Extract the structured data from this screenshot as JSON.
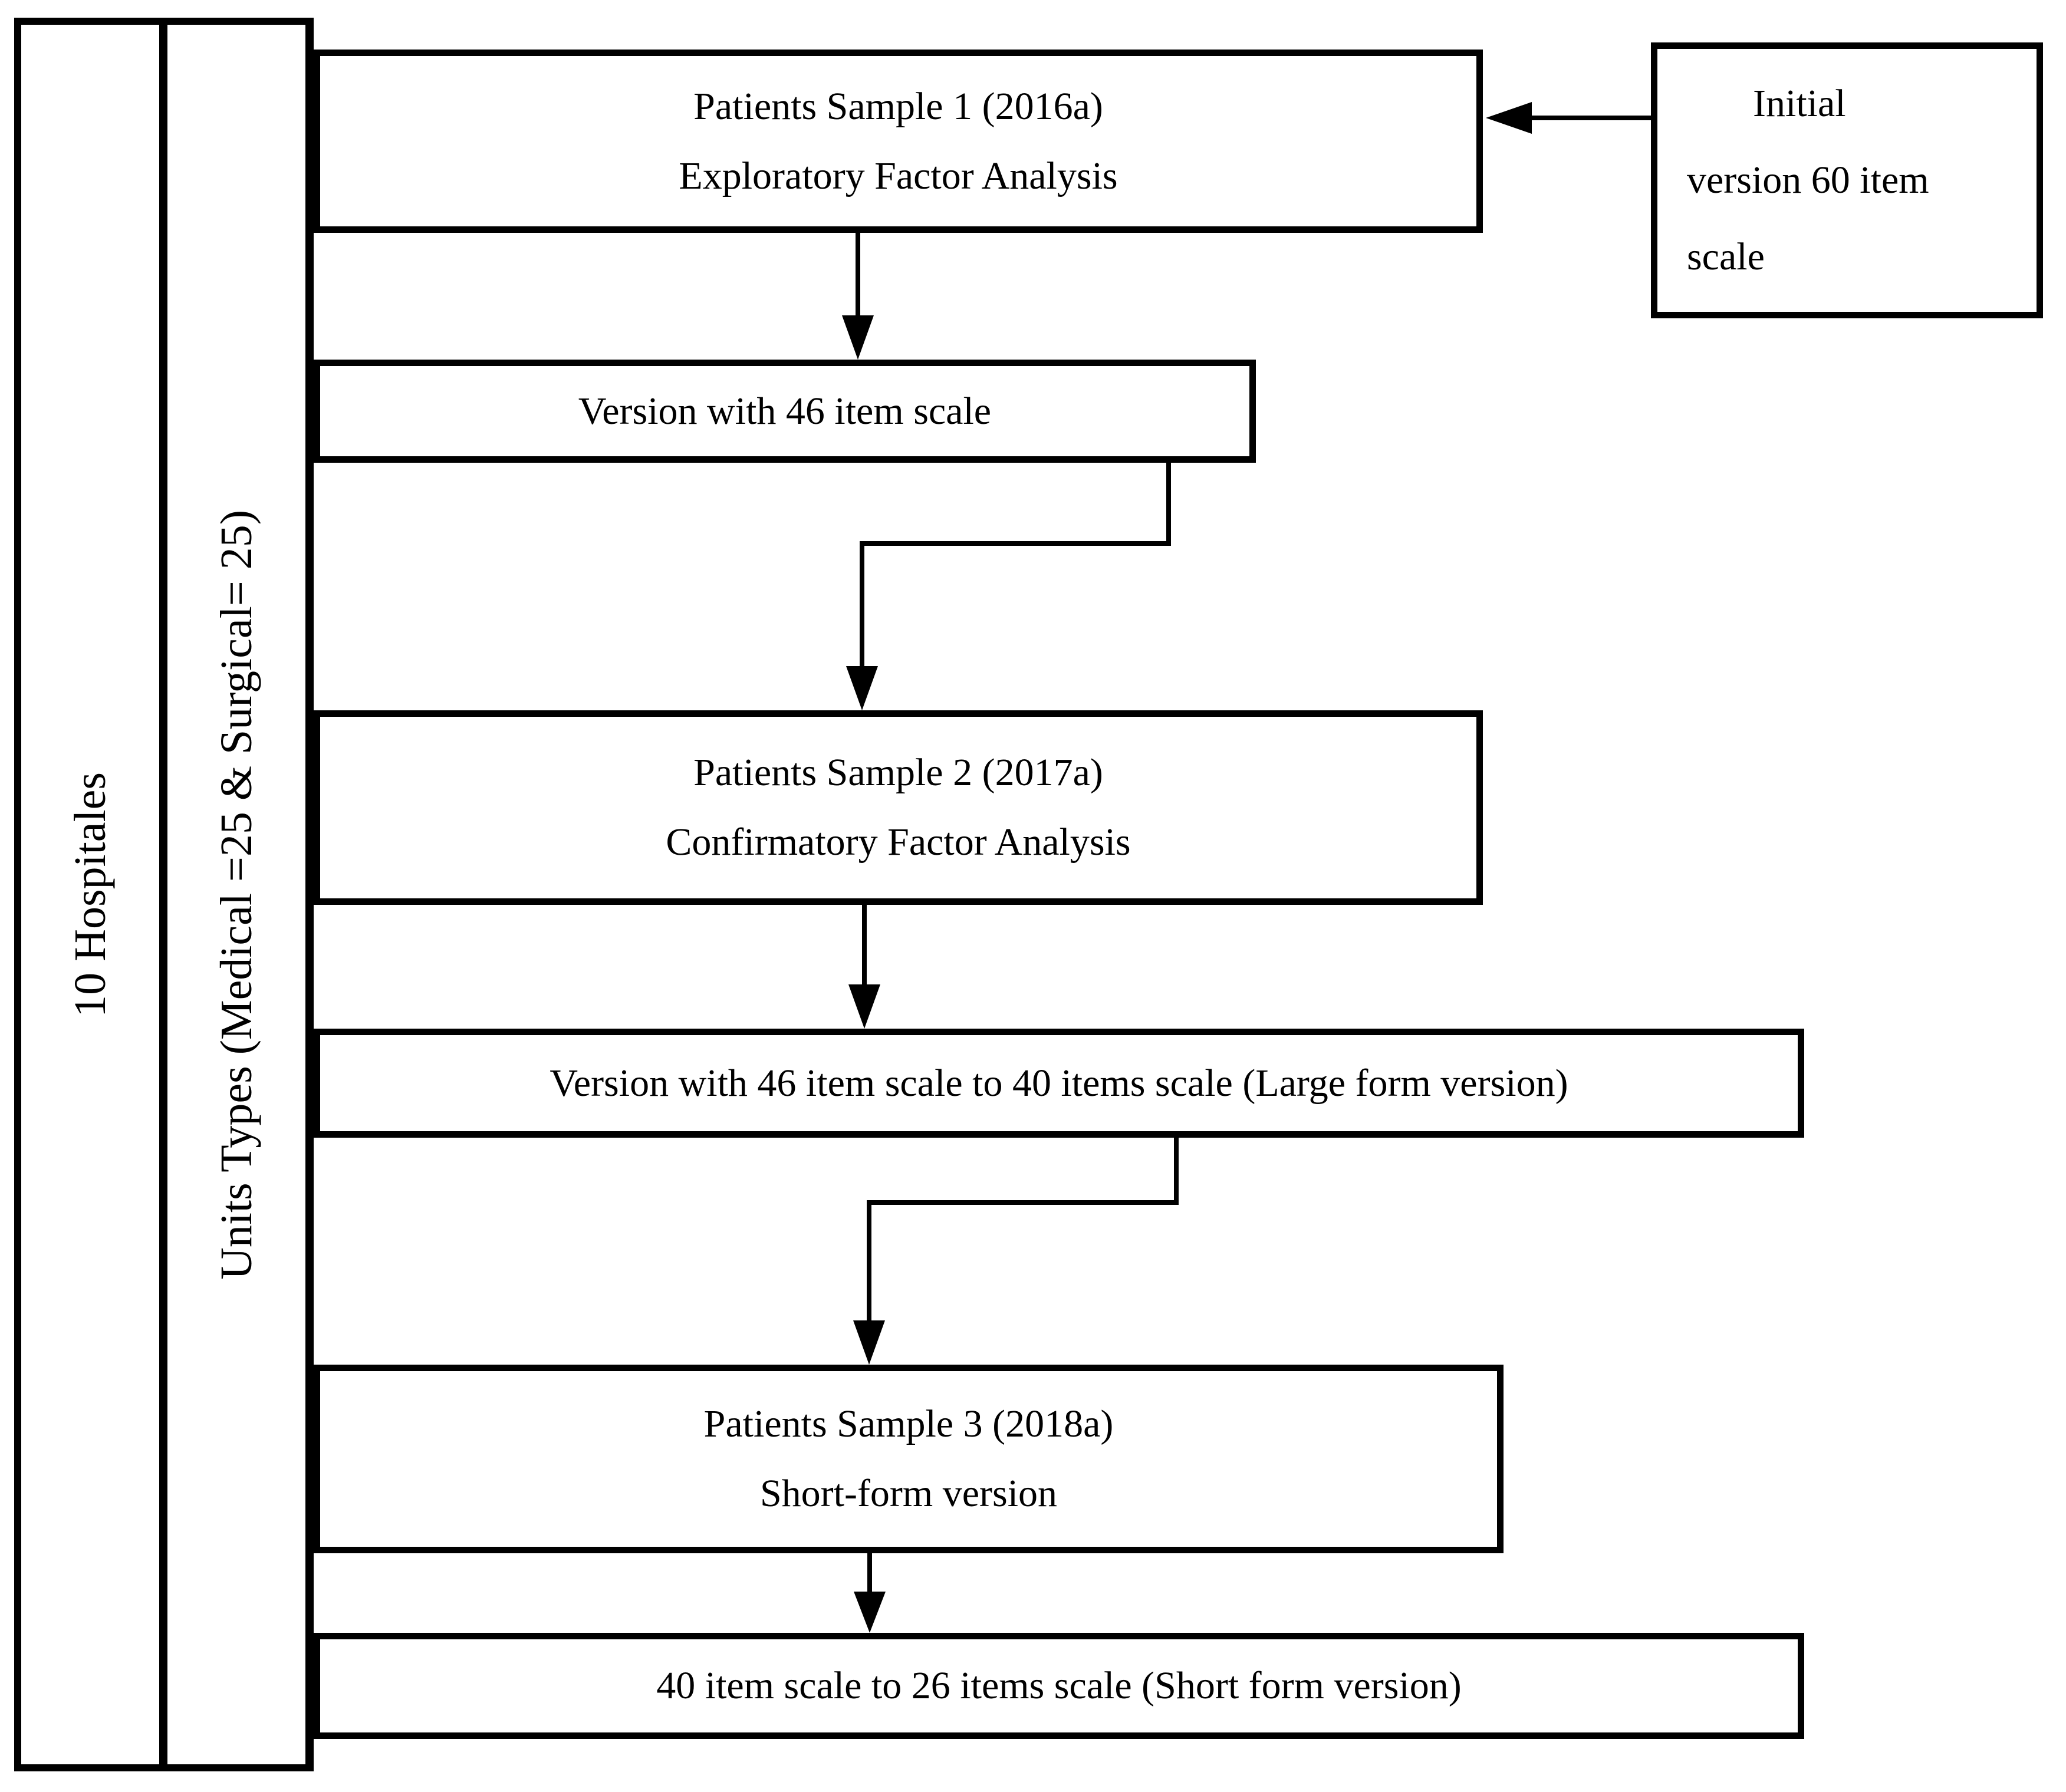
{
  "diagram": {
    "type": "flowchart",
    "colors": {
      "line": "#000000",
      "text": "#000000",
      "background": "#ffffff"
    },
    "side_columns": [
      {
        "label": "10 Hospitales"
      },
      {
        "label": "Units Types (Medical =25 & Surgical= 25)"
      }
    ],
    "nodes": {
      "sample1": {
        "lines": [
          "Patients Sample 1 (2016a)",
          "Exploratory Factor Analysis"
        ]
      },
      "initial_version": {
        "lines": [
          "Initial",
          "version 60 item",
          "scale"
        ]
      },
      "version46": {
        "lines": [
          "Version with 46 item scale"
        ]
      },
      "sample2": {
        "lines": [
          "Patients Sample 2 (2017a)",
          "Confirmatory Factor Analysis"
        ]
      },
      "large_form": {
        "lines": [
          "Version with 46 item scale to 40 items scale (Large form version)"
        ]
      },
      "sample3": {
        "lines": [
          "Patients Sample 3 (2018a)",
          "Short-form version"
        ]
      },
      "short_form": {
        "lines": [
          "40 item scale to 26 items scale (Short form version)"
        ]
      }
    },
    "edges": [
      {
        "from": "initial_version",
        "to": "sample1",
        "shape": "straight",
        "direction": "left"
      },
      {
        "from": "sample1",
        "to": "version46",
        "shape": "straight",
        "direction": "down"
      },
      {
        "from": "version46",
        "to": "sample2",
        "shape": "elbow",
        "direction": "down"
      },
      {
        "from": "sample2",
        "to": "large_form",
        "shape": "straight",
        "direction": "down"
      },
      {
        "from": "large_form",
        "to": "sample3",
        "shape": "elbow",
        "direction": "down"
      },
      {
        "from": "sample3",
        "to": "short_form",
        "shape": "straight",
        "direction": "down"
      }
    ]
  }
}
